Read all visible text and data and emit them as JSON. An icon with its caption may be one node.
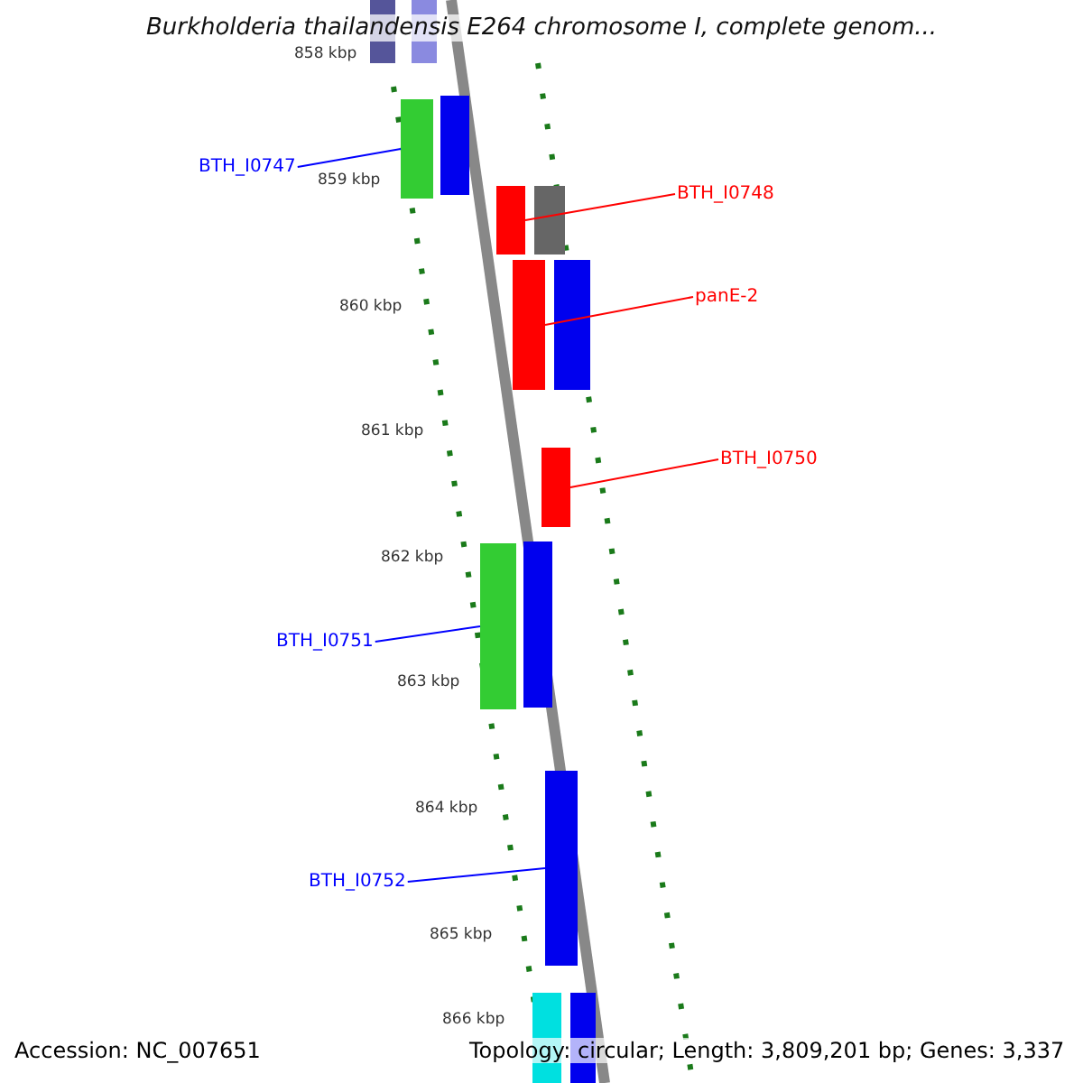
{
  "diagram": {
    "title": "Burkholderia thailandensis E264 chromosome I, complete genom...",
    "nodes": [
      {
        "text": [
          "BTH_I0747"
        ]
      },
      {
        "text": [],
        "shape": "bar"
      },
      {
        "text": [
          "BTH_I0748"
        ]
      },
      {
        "text": [],
        "shape": "bar"
      },
      {
        "text": [
          "panE-2"
        ]
      },
      {
        "text": [],
        "shape": "bar"
      },
      {
        "text": [
          "BTH_I0750"
        ]
      },
      {
        "text": [],
        "shape": "bar"
      },
      {
        "text": [
          "BTH_I0751"
        ]
      },
      {
        "text": [],
        "shape": "bar"
      },
      {
        "text": [
          "BTH_I0752"
        ]
      },
      {
        "text": [],
        "shape": "bar"
      }
    ],
    "edges": [
      {
        "from": 0,
        "to": 1,
        "arrow": "none",
        "color": "#0000ff"
      },
      {
        "from": 2,
        "to": 3,
        "arrow": "none",
        "color": "#ff0000"
      },
      {
        "from": 4,
        "to": 5,
        "arrow": "none",
        "color": "#ff0000"
      },
      {
        "from": 6,
        "to": 7,
        "arrow": "none",
        "color": "#ff0000"
      },
      {
        "from": 8,
        "to": 9,
        "arrow": "none",
        "color": "#0000ff"
      },
      {
        "from": 10,
        "to": 11,
        "arrow": "none",
        "color": "#0000ff"
      }
    ],
    "labels": [
      "858 kbp",
      "859 kbp",
      "860 kbp",
      "861 kbp",
      "862 kbp",
      "863 kbp",
      "864 kbp",
      "865 kbp",
      "866 kbp",
      "Accession: NC_007651",
      "Topology: circular; Length: 3,809,201 bp; Genes: 3,337"
    ]
  }
}
